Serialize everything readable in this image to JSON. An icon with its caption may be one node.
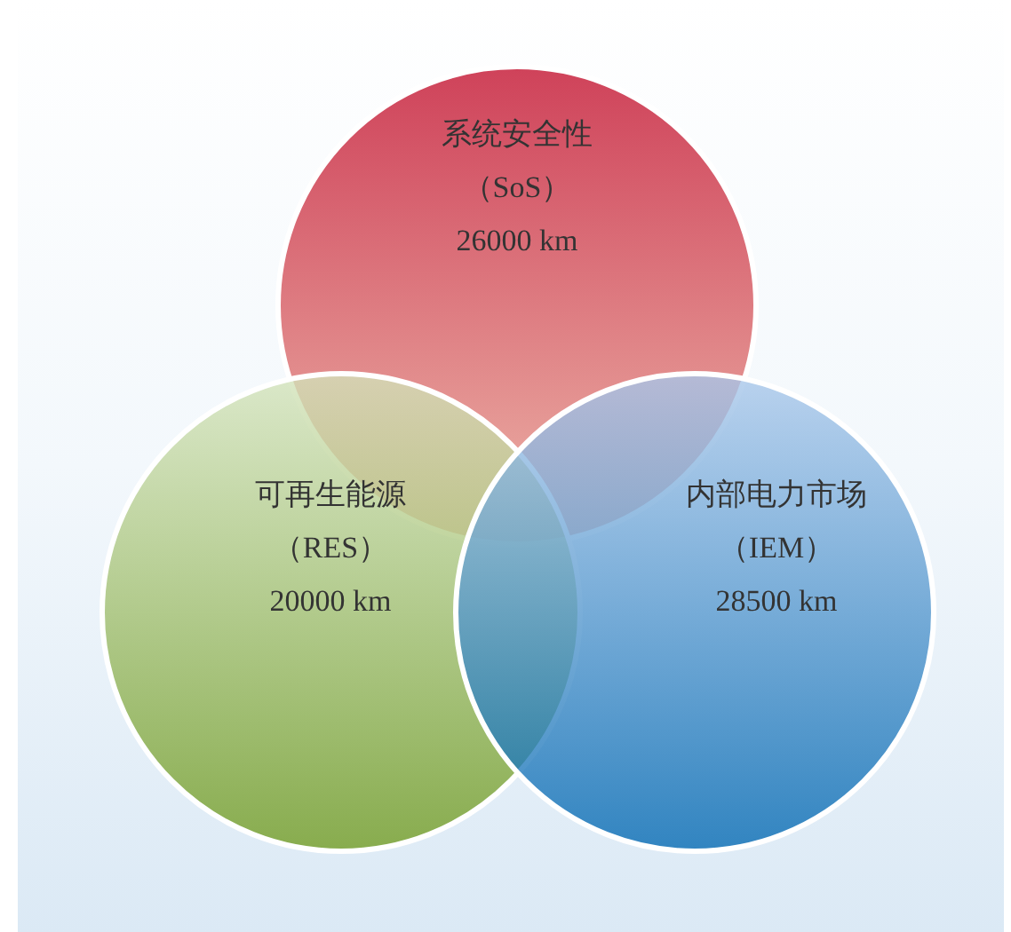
{
  "diagram": {
    "nodes": [
      {
        "text": [
          "系统安全性",
          "（SoS）",
          "26000 km"
        ]
      },
      {
        "text": [
          "可再生能源",
          "（RES）",
          "20000 km"
        ]
      },
      {
        "text": [
          "内部电力市场",
          "（IEM）",
          "28500 km"
        ]
      }
    ]
  }
}
